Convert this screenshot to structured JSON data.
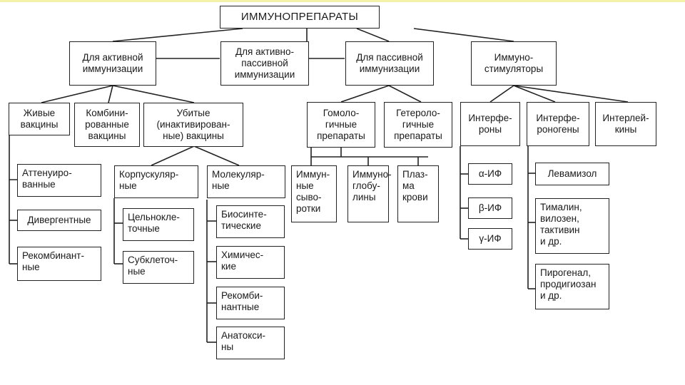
{
  "root": "ИММУНОПРЕПАРАТЫ",
  "level1": {
    "active": "Для активной\nиммунизации",
    "active_passive": "Для активно-\nпассивной\nиммунизации",
    "passive": "Для пассивной\nиммунизации",
    "immunostimulators": "Иммуно-\nстимуляторы"
  },
  "active_children": {
    "live": "Живые\nвакцины",
    "combined": "Комбини-\nрованные\nвакцины",
    "killed": "Убитые\n(инактивирован-\nные) вакцины"
  },
  "live_children": {
    "attenuated": "Аттенуиро-\nванные",
    "divergent": "Дивергентные",
    "recombinant": "Рекомбинант-\nные"
  },
  "killed_children": {
    "corpuscular": "Корпускуляр-\nные",
    "molecular": "Молекуляр-\nные"
  },
  "corpuscular_children": {
    "whole_cell": "Цельнокле-\nточные",
    "subcellular": "Субклеточ-\nные"
  },
  "molecular_children": {
    "biosynthetic": "Биосинте-\nтические",
    "chemical": "Химичес-\nкие",
    "recombinant": "Рекомби-\nнантные",
    "anatoxins": "Анатокси-\nны"
  },
  "passive_children": {
    "homologous": "Гомоло-\nгичные\nпрепараты",
    "heterologous": "Гетероло-\nгичные\nпрепараты"
  },
  "homologous_children": {
    "immune_sera": "Иммун-\nные\nсыво-\nротки",
    "immunoglobulins": "Иммуно-\nглобу-\nлины",
    "plasma": "Плаз-\nма\nкрови"
  },
  "stimulator_children": {
    "interferons": "Интерфе-\nроны",
    "interferonogens": "Интерфе-\nроногены",
    "interleukins": "Интерлей-\nкины"
  },
  "interferon_children": {
    "alpha": "α-ИФ",
    "beta": "β-ИФ",
    "gamma": "γ-ИФ"
  },
  "interferonogen_children": {
    "levamisole": "Левамизол",
    "thymalin": "Тималин,\nвилозен,\nтактивин\nи др.",
    "pyrogenal": "Пирогенал,\nпродигиозан\nи др."
  }
}
